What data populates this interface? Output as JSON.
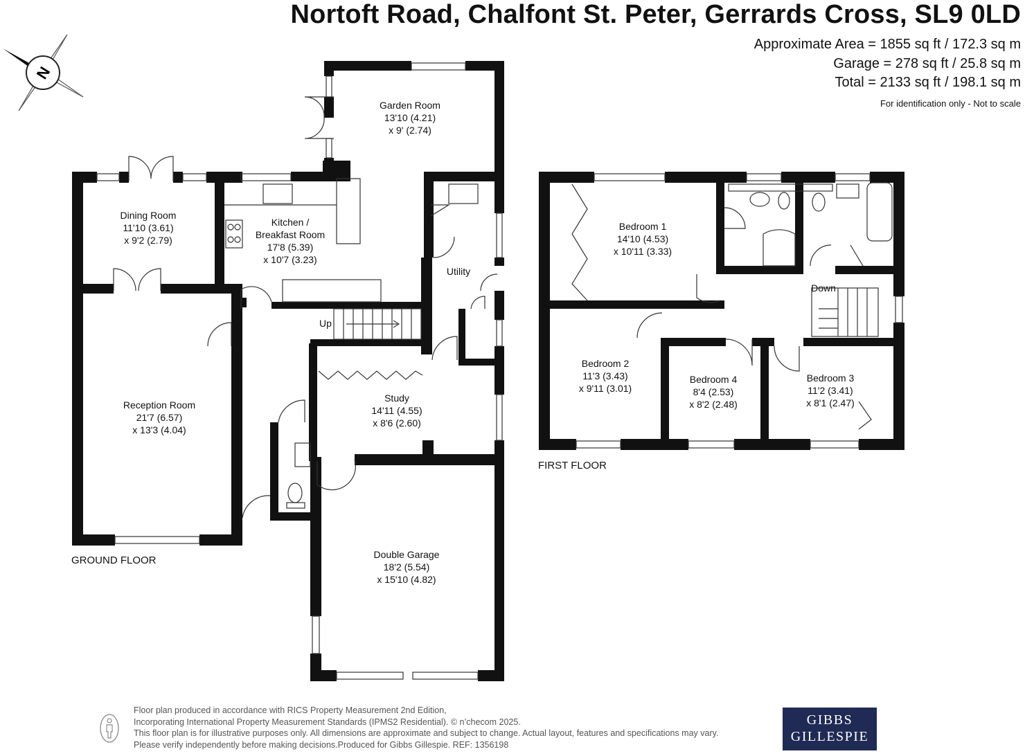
{
  "header": {
    "address": "Nortoft Road, Chalfont St. Peter, Gerrards Cross, SL9 0LD",
    "area_lines": [
      "Approximate Area = 1855 sq ft / 172.3 sq m",
      "Garage = 278 sq ft / 25.8 sq m",
      "Total = 2133 sq ft / 198.1 sq m"
    ],
    "identification_note": "For identification only - Not to scale"
  },
  "compass": {
    "label": "N",
    "icon": "north-compass-icon"
  },
  "ground_floor": {
    "label": "GROUND FLOOR",
    "rooms": {
      "garden_room": {
        "name": "Garden Room",
        "dim1": "13'10 (4.21)",
        "dim2": "x 9' (2.74)"
      },
      "dining_room": {
        "name": "Dining Room",
        "dim1": "11'10 (3.61)",
        "dim2": "x 9'2 (2.79)"
      },
      "kitchen": {
        "name": "Kitchen /",
        "name2": "Breakfast Room",
        "dim1": "17'8 (5.39)",
        "dim2": "x 10'7 (3.23)"
      },
      "utility": {
        "name": "Utility"
      },
      "reception_room": {
        "name": "Reception Room",
        "dim1": "21'7 (6.57)",
        "dim2": "x 13'3 (4.04)"
      },
      "study": {
        "name": "Study",
        "dim1": "14'11 (4.55)",
        "dim2": "x 8'6 (2.60)"
      },
      "double_garage": {
        "name": "Double Garage",
        "dim1": "18'2 (5.54)",
        "dim2": "x 15'10 (4.82)"
      }
    },
    "stairs_label": "Up"
  },
  "first_floor": {
    "label": "FIRST FLOOR",
    "rooms": {
      "bedroom_1": {
        "name": "Bedroom 1",
        "dim1": "14'10 (4.53)",
        "dim2": "x 10'11 (3.33)"
      },
      "bedroom_2": {
        "name": "Bedroom 2",
        "dim1": "11'3 (3.43)",
        "dim2": "x 9'11 (3.01)"
      },
      "bedroom_3": {
        "name": "Bedroom 3",
        "dim1": "11'2 (3.41)",
        "dim2": "x 8'1 (2.47)"
      },
      "bedroom_4": {
        "name": "Bedroom 4",
        "dim1": "8'4 (2.53)",
        "dim2": "x 8'2 (2.48)"
      }
    },
    "stairs_label": "Down"
  },
  "footer": {
    "lines": [
      "Floor plan produced in accordance with RICS Property Measurement 2nd Edition,",
      "Incorporating International Property Measurement Standards (IPMS2 Residential).   © n’checom 2025.",
      "This floor plan is for illustrative purposes only. All dimensions are approximate and subject to change. Actual layout, features and specifications may vary.",
      "Please verify independently before making decisions.Produced for Gibbs Gillespie.   REF:   1356198"
    ],
    "brand_line1": "GIBBS",
    "brand_line2": "GILLESPIE",
    "brand_color": "#1f2a55"
  }
}
